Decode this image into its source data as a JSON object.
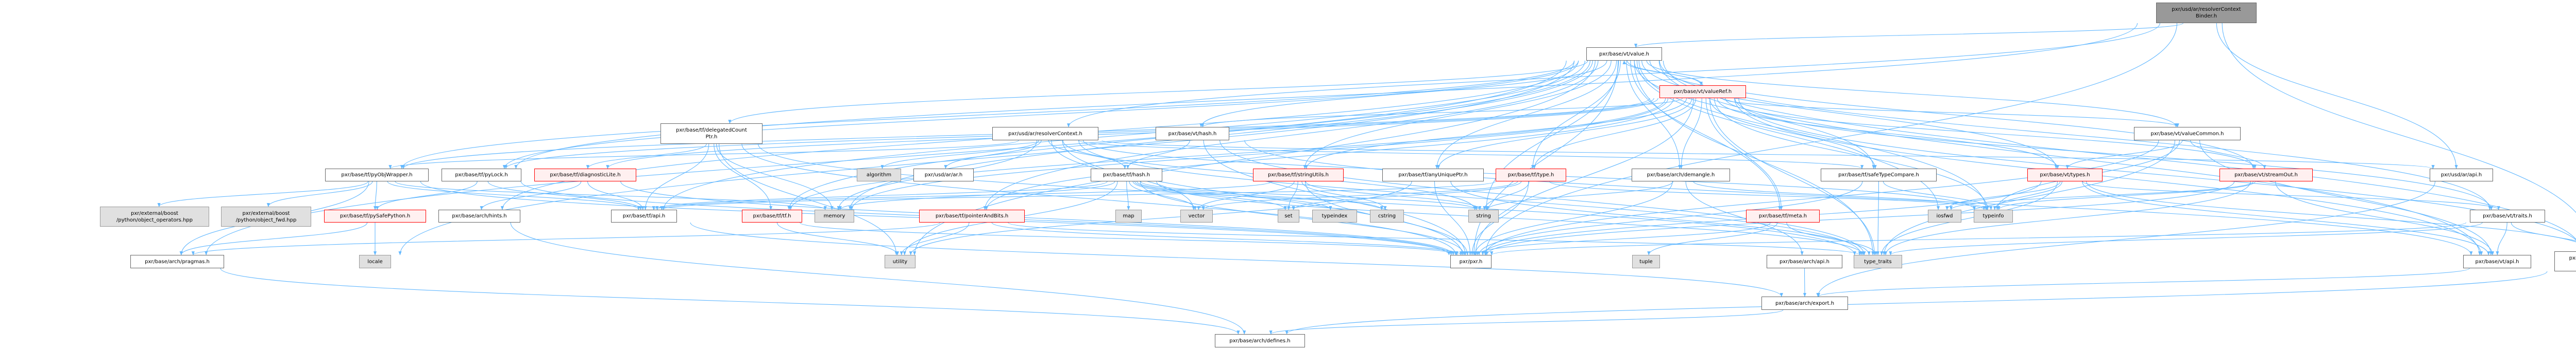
{
  "graph": {
    "colors": {
      "edge": "#63b8ff",
      "root_fill": "#999999",
      "red_border": "#ff0000",
      "red_fill": "#fff0f0",
      "external_fill": "#e0e0e0"
    },
    "nodes": [
      {
        "id": "binder",
        "label": "pxr/usd/ar/resolverContext\nBinder.h",
        "kind": "root"
      },
      {
        "id": "value",
        "label": "pxr/base/vt/value.h",
        "kind": "normal"
      },
      {
        "id": "valueRef",
        "label": "pxr/base/vt/valueRef.h",
        "kind": "red"
      },
      {
        "id": "delegated",
        "label": "pxr/base/tf/delegatedCount\nPtr.h",
        "kind": "normal"
      },
      {
        "id": "resolverContext",
        "label": "pxr/usd/ar/resolverContext.h",
        "kind": "normal"
      },
      {
        "id": "vthash",
        "label": "pxr/base/vt/hash.h",
        "kind": "normal"
      },
      {
        "id": "valueCommon",
        "label": "pxr/base/vt/valueCommon.h",
        "kind": "normal"
      },
      {
        "id": "pyObjWrapper",
        "label": "pxr/base/tf/pyObjWrapper.h",
        "kind": "normal"
      },
      {
        "id": "pyLock",
        "label": "pxr/base/tf/pyLock.h",
        "kind": "normal"
      },
      {
        "id": "diagnosticLite",
        "label": "pxr/base/tf/diagnosticLite.h",
        "kind": "red"
      },
      {
        "id": "algorithm",
        "label": "algorithm",
        "kind": "external"
      },
      {
        "id": "arh",
        "label": "pxr/usd/ar/ar.h",
        "kind": "normal"
      },
      {
        "id": "tfhash",
        "label": "pxr/base/tf/hash.h",
        "kind": "normal"
      },
      {
        "id": "stringUtils",
        "label": "pxr/base/tf/stringUtils.h",
        "kind": "red"
      },
      {
        "id": "anyUniquePtr",
        "label": "pxr/base/tf/anyUniquePtr.h",
        "kind": "normal"
      },
      {
        "id": "type",
        "label": "pxr/base/tf/type.h",
        "kind": "red"
      },
      {
        "id": "demangle",
        "label": "pxr/base/arch/demangle.h",
        "kind": "normal"
      },
      {
        "id": "safeTypeCompare",
        "label": "pxr/base/tf/safeTypeCompare.h",
        "kind": "normal"
      },
      {
        "id": "types",
        "label": "pxr/base/vt/types.h",
        "kind": "red"
      },
      {
        "id": "streamOut",
        "label": "pxr/base/vt/streamOut.h",
        "kind": "red"
      },
      {
        "id": "arapi",
        "label": "pxr/usd/ar/api.h",
        "kind": "normal"
      },
      {
        "id": "objops",
        "label": "pxr/external/boost\n/python/object_operators.hpp",
        "kind": "external"
      },
      {
        "id": "objfwd",
        "label": "pxr/external/boost\n/python/object_fwd.hpp",
        "kind": "external"
      },
      {
        "id": "pySafePython",
        "label": "pxr/base/tf/pySafePython.h",
        "kind": "red"
      },
      {
        "id": "hints",
        "label": "pxr/base/arch/hints.h",
        "kind": "normal"
      },
      {
        "id": "tfapi",
        "label": "pxr/base/tf/api.h",
        "kind": "normal"
      },
      {
        "id": "tf",
        "label": "pxr/base/tf/tf.h",
        "kind": "red"
      },
      {
        "id": "memory",
        "label": "memory",
        "kind": "external"
      },
      {
        "id": "pointerAndBits",
        "label": "pxr/base/tf/pointerAndBits.h",
        "kind": "red"
      },
      {
        "id": "map",
        "label": "map",
        "kind": "external"
      },
      {
        "id": "vector",
        "label": "vector",
        "kind": "external"
      },
      {
        "id": "set",
        "label": "set",
        "kind": "external"
      },
      {
        "id": "typeindex",
        "label": "typeindex",
        "kind": "external"
      },
      {
        "id": "cstring",
        "label": "cstring",
        "kind": "external"
      },
      {
        "id": "string",
        "label": "string",
        "kind": "external"
      },
      {
        "id": "meta",
        "label": "pxr/base/tf/meta.h",
        "kind": "red"
      },
      {
        "id": "iosfwd",
        "label": "iosfwd",
        "kind": "external"
      },
      {
        "id": "typeinfo",
        "label": "typeinfo",
        "kind": "external"
      },
      {
        "id": "traits",
        "label": "pxr/base/vt/traits.h",
        "kind": "normal"
      },
      {
        "id": "pragmas",
        "label": "pxr/base/arch/pragmas.h",
        "kind": "normal"
      },
      {
        "id": "locale",
        "label": "locale",
        "kind": "external"
      },
      {
        "id": "utility",
        "label": "utility",
        "kind": "external"
      },
      {
        "id": "pxr",
        "label": "pxr/pxr.h",
        "kind": "normal"
      },
      {
        "id": "tuple",
        "label": "tuple",
        "kind": "external"
      },
      {
        "id": "archapi",
        "label": "pxr/base/arch/api.h",
        "kind": "normal"
      },
      {
        "id": "type_traits",
        "label": "type_traits",
        "kind": "external"
      },
      {
        "id": "vtapi",
        "label": "pxr/base/vt/api.h",
        "kind": "normal"
      },
      {
        "id": "prepUtils",
        "label": "pxr/base/tf/preprocessor\nUtilsLite.h",
        "kind": "normal"
      },
      {
        "id": "export",
        "label": "pxr/base/arch/export.h",
        "kind": "normal"
      },
      {
        "id": "defines",
        "label": "pxr/base/arch/defines.h",
        "kind": "normal"
      }
    ],
    "edges": [
      [
        "binder",
        "value"
      ],
      [
        "binder",
        "resolverContext"
      ],
      [
        "binder",
        "arapi"
      ],
      [
        "binder",
        "pxr"
      ],
      [
        "binder",
        "pyLock"
      ],
      [
        "binder",
        "prepUtils"
      ],
      [
        "value",
        "valueRef"
      ],
      [
        "value",
        "pyObjWrapper"
      ],
      [
        "value",
        "pyLock"
      ],
      [
        "value",
        "delegated"
      ],
      [
        "value",
        "vthash"
      ],
      [
        "value",
        "type"
      ],
      [
        "value",
        "anyUniquePtr"
      ],
      [
        "value",
        "demangle"
      ],
      [
        "value",
        "safeTypeCompare"
      ],
      [
        "value",
        "types"
      ],
      [
        "value",
        "valueCommon"
      ],
      [
        "value",
        "streamOut"
      ],
      [
        "value",
        "traits"
      ],
      [
        "value",
        "vtapi"
      ],
      [
        "value",
        "tf"
      ],
      [
        "value",
        "stringUtils"
      ],
      [
        "value",
        "meta"
      ],
      [
        "value",
        "pointerAndBits"
      ],
      [
        "value",
        "pragmas"
      ],
      [
        "value",
        "hints"
      ],
      [
        "value",
        "tfapi"
      ],
      [
        "value",
        "memory"
      ],
      [
        "value",
        "typeinfo"
      ],
      [
        "value",
        "type_traits"
      ],
      [
        "value",
        "iosfwd"
      ],
      [
        "value",
        "string"
      ],
      [
        "value",
        "pxr"
      ],
      [
        "value",
        "utility"
      ],
      [
        "value",
        "prepUtils"
      ],
      [
        "value",
        "locale"
      ],
      [
        "valueRef",
        "value"
      ],
      [
        "valueRef",
        "pyObjWrapper"
      ],
      [
        "valueRef",
        "pyLock"
      ],
      [
        "valueRef",
        "vthash"
      ],
      [
        "valueRef",
        "valueCommon"
      ],
      [
        "valueRef",
        "types"
      ],
      [
        "valueRef",
        "streamOut"
      ],
      [
        "valueRef",
        "traits"
      ],
      [
        "valueRef",
        "vtapi"
      ],
      [
        "valueRef",
        "anyUniquePtr"
      ],
      [
        "valueRef",
        "type"
      ],
      [
        "valueRef",
        "demangle"
      ],
      [
        "valueRef",
        "safeTypeCompare"
      ],
      [
        "valueRef",
        "stringUtils"
      ],
      [
        "valueRef",
        "meta"
      ],
      [
        "valueRef",
        "diagnosticLite"
      ],
      [
        "valueRef",
        "tf"
      ],
      [
        "valueRef",
        "pointerAndBits"
      ],
      [
        "valueRef",
        "memory"
      ],
      [
        "valueRef",
        "typeinfo"
      ],
      [
        "valueRef",
        "type_traits"
      ],
      [
        "valueRef",
        "pxr"
      ],
      [
        "valueRef",
        "prepUtils"
      ],
      [
        "resolverContext",
        "arapi"
      ],
      [
        "resolverContext",
        "arh"
      ],
      [
        "resolverContext",
        "tfhash"
      ],
      [
        "resolverContext",
        "safeTypeCompare"
      ],
      [
        "resolverContext",
        "pyObjWrapper"
      ],
      [
        "resolverContext",
        "pxr"
      ],
      [
        "resolverContext",
        "vector"
      ],
      [
        "resolverContext",
        "memory"
      ],
      [
        "resolverContext",
        "string"
      ],
      [
        "resolverContext",
        "algorithm"
      ],
      [
        "resolverContext",
        "typeinfo"
      ],
      [
        "resolverContext",
        "type_traits"
      ],
      [
        "delegated",
        "diagnosticLite"
      ],
      [
        "delegated",
        "tfapi"
      ],
      [
        "delegated",
        "tf"
      ],
      [
        "delegated",
        "memory"
      ],
      [
        "delegated",
        "utility"
      ],
      [
        "delegated",
        "type_traits"
      ],
      [
        "delegated",
        "pxr"
      ],
      [
        "vthash",
        "tfhash"
      ],
      [
        "vthash",
        "vtapi"
      ],
      [
        "vthash",
        "pxr"
      ],
      [
        "vthash",
        "type_traits"
      ],
      [
        "tfhash",
        "map"
      ],
      [
        "tfhash",
        "vector"
      ],
      [
        "tfhash",
        "set"
      ],
      [
        "tfhash",
        "typeindex"
      ],
      [
        "tfhash",
        "cstring"
      ],
      [
        "tfhash",
        "string"
      ],
      [
        "tfhash",
        "memory"
      ],
      [
        "tfhash",
        "utility"
      ],
      [
        "tfhash",
        "type_traits"
      ],
      [
        "tfhash",
        "tfapi"
      ],
      [
        "tfhash",
        "pxr"
      ],
      [
        "stringUtils",
        "vector"
      ],
      [
        "stringUtils",
        "set"
      ],
      [
        "stringUtils",
        "cstring"
      ],
      [
        "stringUtils",
        "string"
      ],
      [
        "stringUtils",
        "pxr"
      ],
      [
        "stringUtils",
        "tfapi"
      ],
      [
        "pyObjWrapper",
        "objops"
      ],
      [
        "pyObjWrapper",
        "objfwd"
      ],
      [
        "pyObjWrapper",
        "pySafePython"
      ],
      [
        "pyObjWrapper",
        "pragmas"
      ],
      [
        "pyObjWrapper",
        "tfapi"
      ],
      [
        "pyObjWrapper",
        "pxr"
      ],
      [
        "pyObjWrapper",
        "memory"
      ],
      [
        "pySafePython",
        "locale"
      ],
      [
        "pySafePython",
        "pragmas"
      ],
      [
        "pyLock",
        "pySafePython"
      ],
      [
        "pyLock",
        "tfapi"
      ],
      [
        "pyLock",
        "pxr"
      ],
      [
        "diagnosticLite",
        "hints"
      ],
      [
        "diagnosticLite",
        "tfapi"
      ],
      [
        "diagnosticLite",
        "pxr"
      ],
      [
        "hints",
        "defines"
      ],
      [
        "tfapi",
        "export"
      ],
      [
        "pragmas",
        "defines"
      ],
      [
        "tf",
        "utility"
      ],
      [
        "tf",
        "pxr"
      ],
      [
        "pointerAndBits",
        "pragmas"
      ],
      [
        "pointerAndBits",
        "utility"
      ],
      [
        "pointerAndBits",
        "type_traits"
      ],
      [
        "pointerAndBits",
        "pxr"
      ],
      [
        "anyUniquePtr",
        "pxr"
      ],
      [
        "anyUniquePtr",
        "type_traits"
      ],
      [
        "anyUniquePtr",
        "utility"
      ],
      [
        "type",
        "string"
      ],
      [
        "type",
        "pxr"
      ],
      [
        "type",
        "vector"
      ],
      [
        "type",
        "set"
      ],
      [
        "type",
        "typeinfo"
      ],
      [
        "type",
        "tfapi"
      ],
      [
        "demangle",
        "string"
      ],
      [
        "demangle",
        "typeinfo"
      ],
      [
        "demangle",
        "archapi"
      ],
      [
        "demangle",
        "pxr"
      ],
      [
        "safeTypeCompare",
        "typeinfo"
      ],
      [
        "safeTypeCompare",
        "pxr"
      ],
      [
        "safeTypeCompare",
        "type_traits"
      ],
      [
        "meta",
        "tuple"
      ],
      [
        "meta",
        "type_traits"
      ],
      [
        "meta",
        "pxr"
      ],
      [
        "archapi",
        "export"
      ],
      [
        "types",
        "vtapi"
      ],
      [
        "types",
        "traits"
      ],
      [
        "types",
        "typeinfo"
      ],
      [
        "types",
        "iosfwd"
      ],
      [
        "types",
        "prepUtils"
      ],
      [
        "types",
        "type_traits"
      ],
      [
        "types",
        "pxr"
      ],
      [
        "valueCommon",
        "types"
      ],
      [
        "valueCommon",
        "streamOut"
      ],
      [
        "valueCommon",
        "vtapi"
      ],
      [
        "valueCommon",
        "pxr"
      ],
      [
        "valueCommon",
        "typeinfo"
      ],
      [
        "valueCommon",
        "type_traits"
      ],
      [
        "streamOut",
        "vtapi"
      ],
      [
        "streamOut",
        "iosfwd"
      ],
      [
        "streamOut",
        "typeinfo"
      ],
      [
        "streamOut",
        "type_traits"
      ],
      [
        "streamOut",
        "pxr"
      ],
      [
        "arapi",
        "export"
      ],
      [
        "traits",
        "vtapi"
      ],
      [
        "traits",
        "prepUtils"
      ],
      [
        "traits",
        "type_traits"
      ],
      [
        "traits",
        "pxr"
      ],
      [
        "vtapi",
        "export"
      ],
      [
        "prepUtils",
        "defines"
      ],
      [
        "export",
        "defines"
      ]
    ]
  }
}
